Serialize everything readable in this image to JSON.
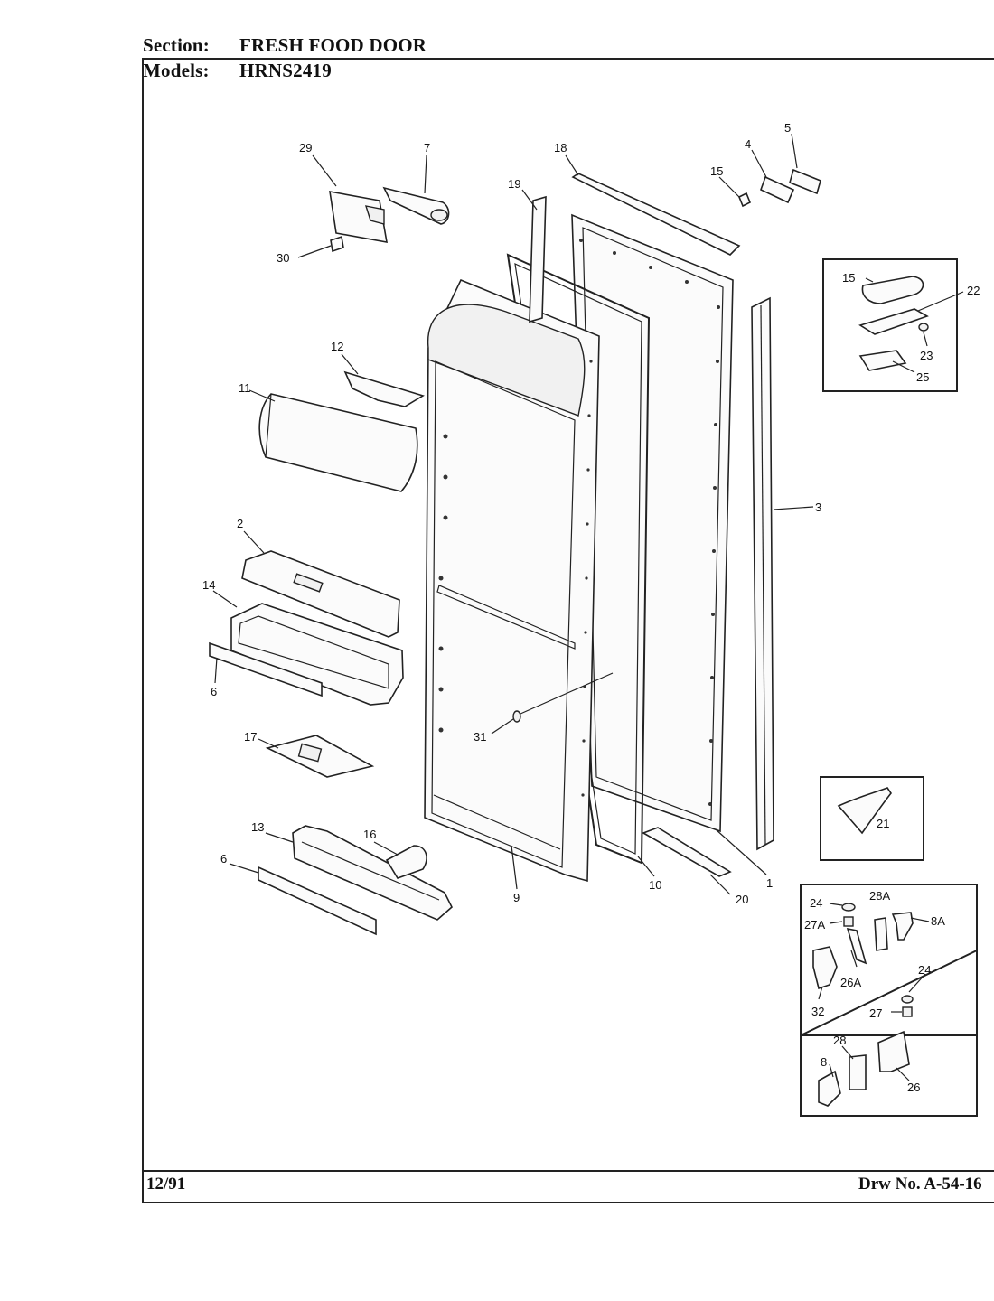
{
  "header": {
    "section_label": "Section:",
    "section_value": "FRESH FOOD DOOR",
    "models_label": "Models:",
    "models_value": "HRNS2419"
  },
  "footer": {
    "date": "12/91",
    "drawing_number": "Drw No. A-54-16"
  },
  "callouts": {
    "c29": "29",
    "c7": "7",
    "c30": "30",
    "c18": "18",
    "c19": "19",
    "c15a": "15",
    "c4": "4",
    "c5": "5",
    "c15b": "15",
    "c22": "22",
    "c23": "23",
    "c25": "25",
    "c12": "12",
    "c11": "11",
    "c2": "2",
    "c14": "14",
    "c6a": "6",
    "c3": "3",
    "c31": "31",
    "c17": "17",
    "c13": "13",
    "c16": "16",
    "c6b": "6",
    "c9": "9",
    "c10": "10",
    "c20": "20",
    "c1": "1",
    "c21": "21",
    "c24a": "24",
    "c28a": "28A",
    "c27a": "27A",
    "c8a": "8A",
    "c26a": "26A",
    "c32": "32",
    "c24b": "24",
    "c27": "27",
    "c28": "28",
    "c8": "8",
    "c26": "26"
  }
}
